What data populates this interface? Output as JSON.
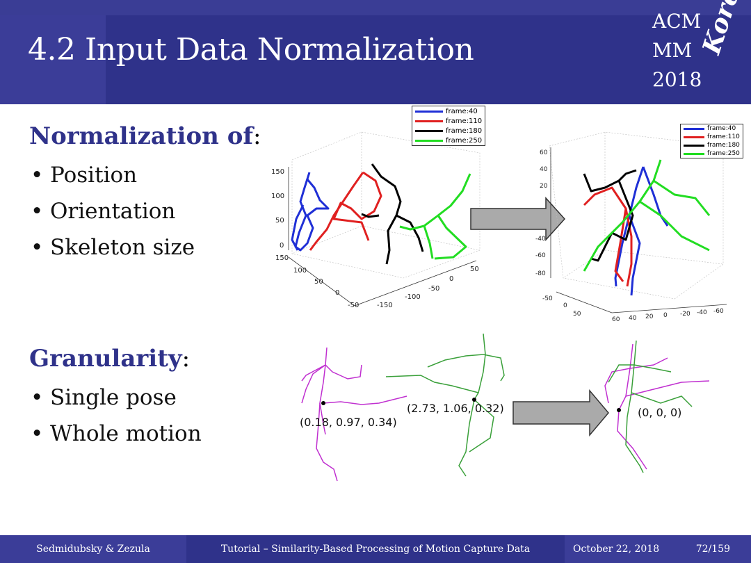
{
  "slide": {
    "title": "4.2 Input Data Normalization",
    "logo": {
      "line1": "ACM",
      "line2": "MM",
      "line3": "2018",
      "script": "Korea"
    }
  },
  "normalization": {
    "heading": "Normalization of",
    "colon": ":",
    "bullets": [
      "Position",
      "Orientation",
      "Skeleton size"
    ]
  },
  "granularity": {
    "heading": "Granularity",
    "colon": ":",
    "bullets": [
      "Single pose",
      "Whole motion"
    ]
  },
  "figure_top": {
    "legend_left": [
      {
        "label": "frame:40",
        "color": "#1f2fd6"
      },
      {
        "label": "frame:110",
        "color": "#e02020"
      },
      {
        "label": "frame:180",
        "color": "#000000"
      },
      {
        "label": "frame:250",
        "color": "#22dd22"
      }
    ],
    "legend_right": [
      {
        "label": "frame:40",
        "color": "#1f2fd6"
      },
      {
        "label": "frame:110",
        "color": "#e02020"
      },
      {
        "label": "frame:180",
        "color": "#000000"
      },
      {
        "label": "frame:250",
        "color": "#22dd22"
      }
    ],
    "left_z_ticks": [
      "150",
      "100",
      "50",
      "0"
    ],
    "left_y_ticks": [
      "150",
      "100",
      "50",
      "0",
      "-50"
    ],
    "left_x_ticks": [
      "-150",
      "-100",
      "-50",
      "0",
      "50"
    ],
    "right_z_ticks": [
      "60",
      "40",
      "20",
      "-40",
      "-60",
      "-80"
    ],
    "right_y_ticks": [
      "-50",
      "0",
      "50"
    ],
    "right_x_ticks": [
      "60",
      "40",
      "20",
      "0",
      "-20",
      "-40",
      "-60"
    ]
  },
  "figure_bottom": {
    "label_magenta": "(0.18, 0.97, 0.34)",
    "label_green": "(2.73, 1.06, 0.32)",
    "label_origin": "(0, 0, 0)",
    "magenta_color": "#c030d0",
    "green_color": "#3aa03a"
  },
  "footer": {
    "authors": "Sedmidubsky & Zezula",
    "tutorial": "Tutorial – Similarity-Based Processing of Motion Capture Data",
    "date": "October 22, 2018",
    "page": "72/159"
  }
}
